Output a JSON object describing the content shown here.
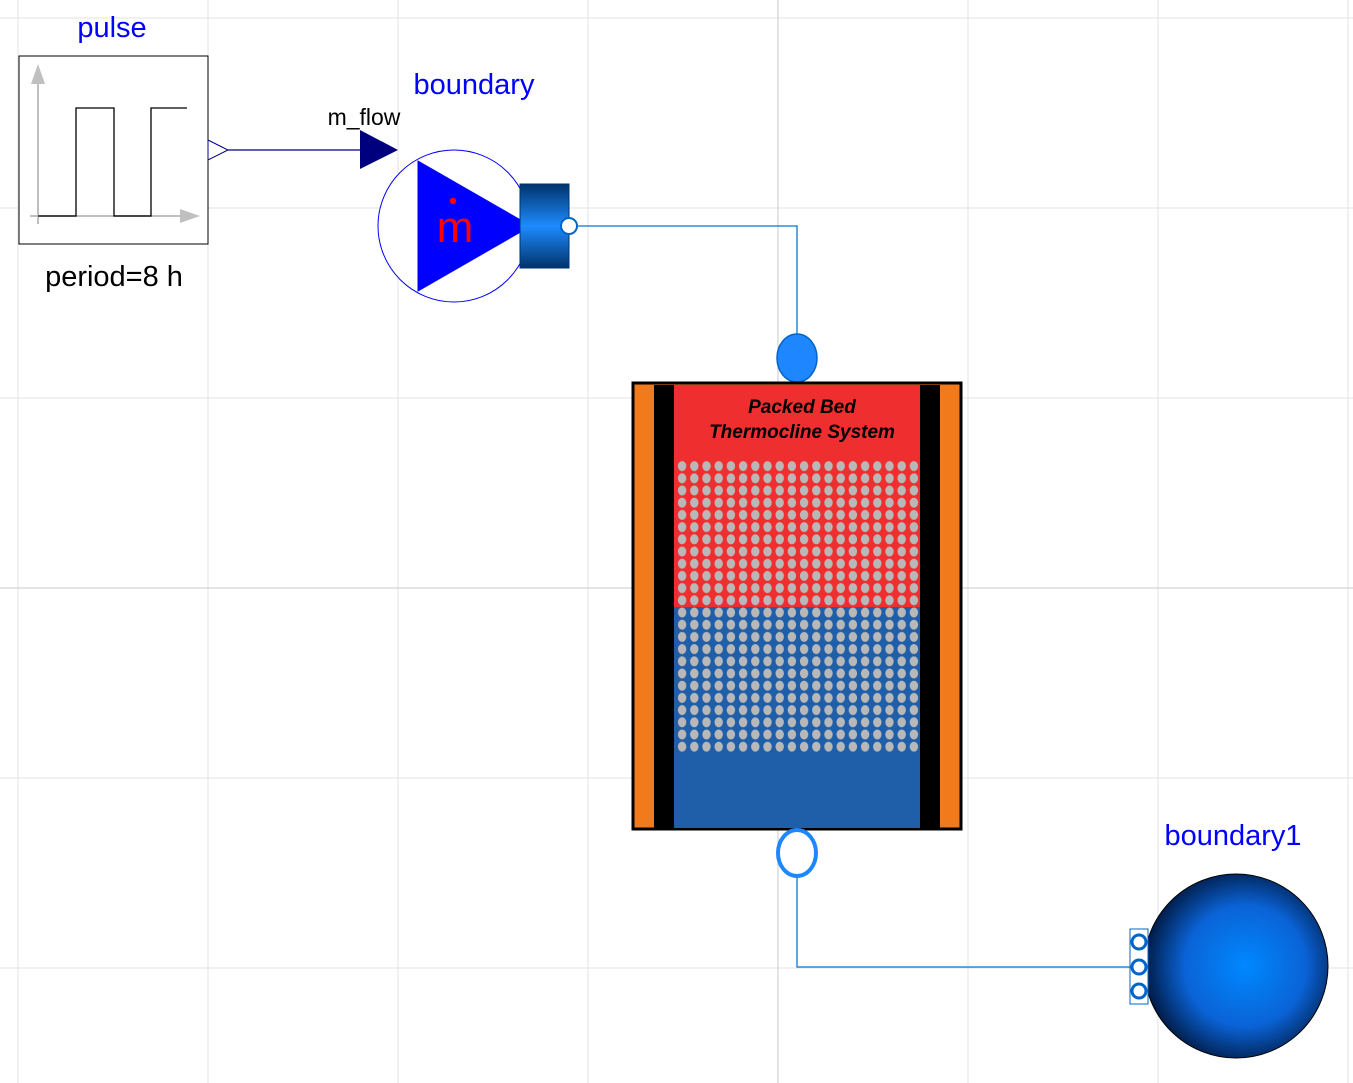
{
  "diagram": {
    "labels": {
      "pulse": "pulse",
      "pulse_param": "period=8 h",
      "boundary": "boundary",
      "boundary_input": "m_flow",
      "boundary_symbol": "m",
      "tank_line1": "Packed Bed",
      "tank_line2": "Thermocline System",
      "boundary1": "boundary1"
    },
    "colors": {
      "component_label": "#0000ff",
      "connection_line": "#0078d7",
      "signal_line": "#00007f",
      "tank_hot": "#ef2f2f",
      "tank_cold": "#1f5ea8",
      "tank_insulation": "#f07a1c",
      "tank_wall": "#000000",
      "bed_particles": "#b8b8b8",
      "port_fill": "#1e87ff",
      "pump_blue": "#0000ff"
    },
    "icons": [
      "pulse-source-icon",
      "mass-flow-source-icon",
      "packed-bed-tank-icon",
      "boundary-sphere-icon"
    ]
  }
}
